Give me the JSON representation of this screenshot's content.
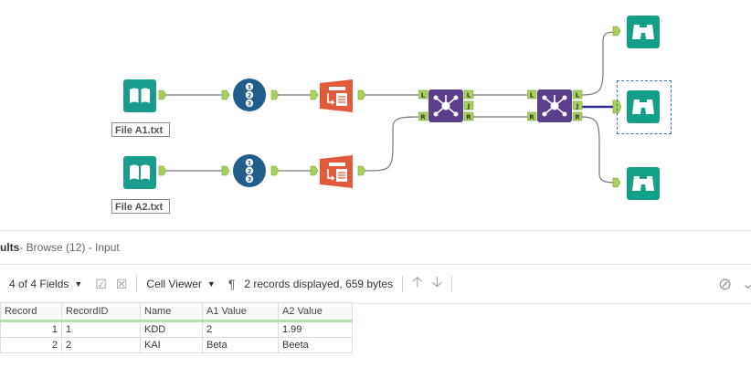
{
  "canvas": {
    "file_a1_label": "File A1.txt",
    "file_a2_label": "File A2.txt",
    "join_ports": {
      "left": "L",
      "right": "R",
      "join": "J"
    },
    "colors": {
      "input_green": "#1a9c8c",
      "record_id_blue": "#1f5d8c",
      "sort_orange": "#e35a3a",
      "join_purple": "#5b3f8c",
      "browse_teal": "#12a087",
      "anchor_green": "#a8d05a",
      "wire_gray": "#777777",
      "wire_selected": "#2c2c8c"
    }
  },
  "results": {
    "title_prefix": "ults",
    "title_suffix": " - Browse (12) - Input",
    "toolbar": {
      "fields_label": "4 of 4 Fields",
      "cell_viewer_label": "Cell Viewer",
      "pilcrow": "¶",
      "records_info": "2 records displayed, 659 bytes",
      "up_arrow": "🡡",
      "down_arrow": "🡣",
      "ban": "⊘",
      "chev": "⌄"
    },
    "columns": [
      "Record",
      "RecordID",
      "Name",
      "A1 Value",
      "A2 Value"
    ],
    "rows": [
      {
        "record": "1",
        "record_id": "1",
        "name": "KDD",
        "a1": "2",
        "a2": "1.99"
      },
      {
        "record": "2",
        "record_id": "2",
        "name": "KAI",
        "a1": "Beta",
        "a2": "Beeta"
      }
    ]
  }
}
